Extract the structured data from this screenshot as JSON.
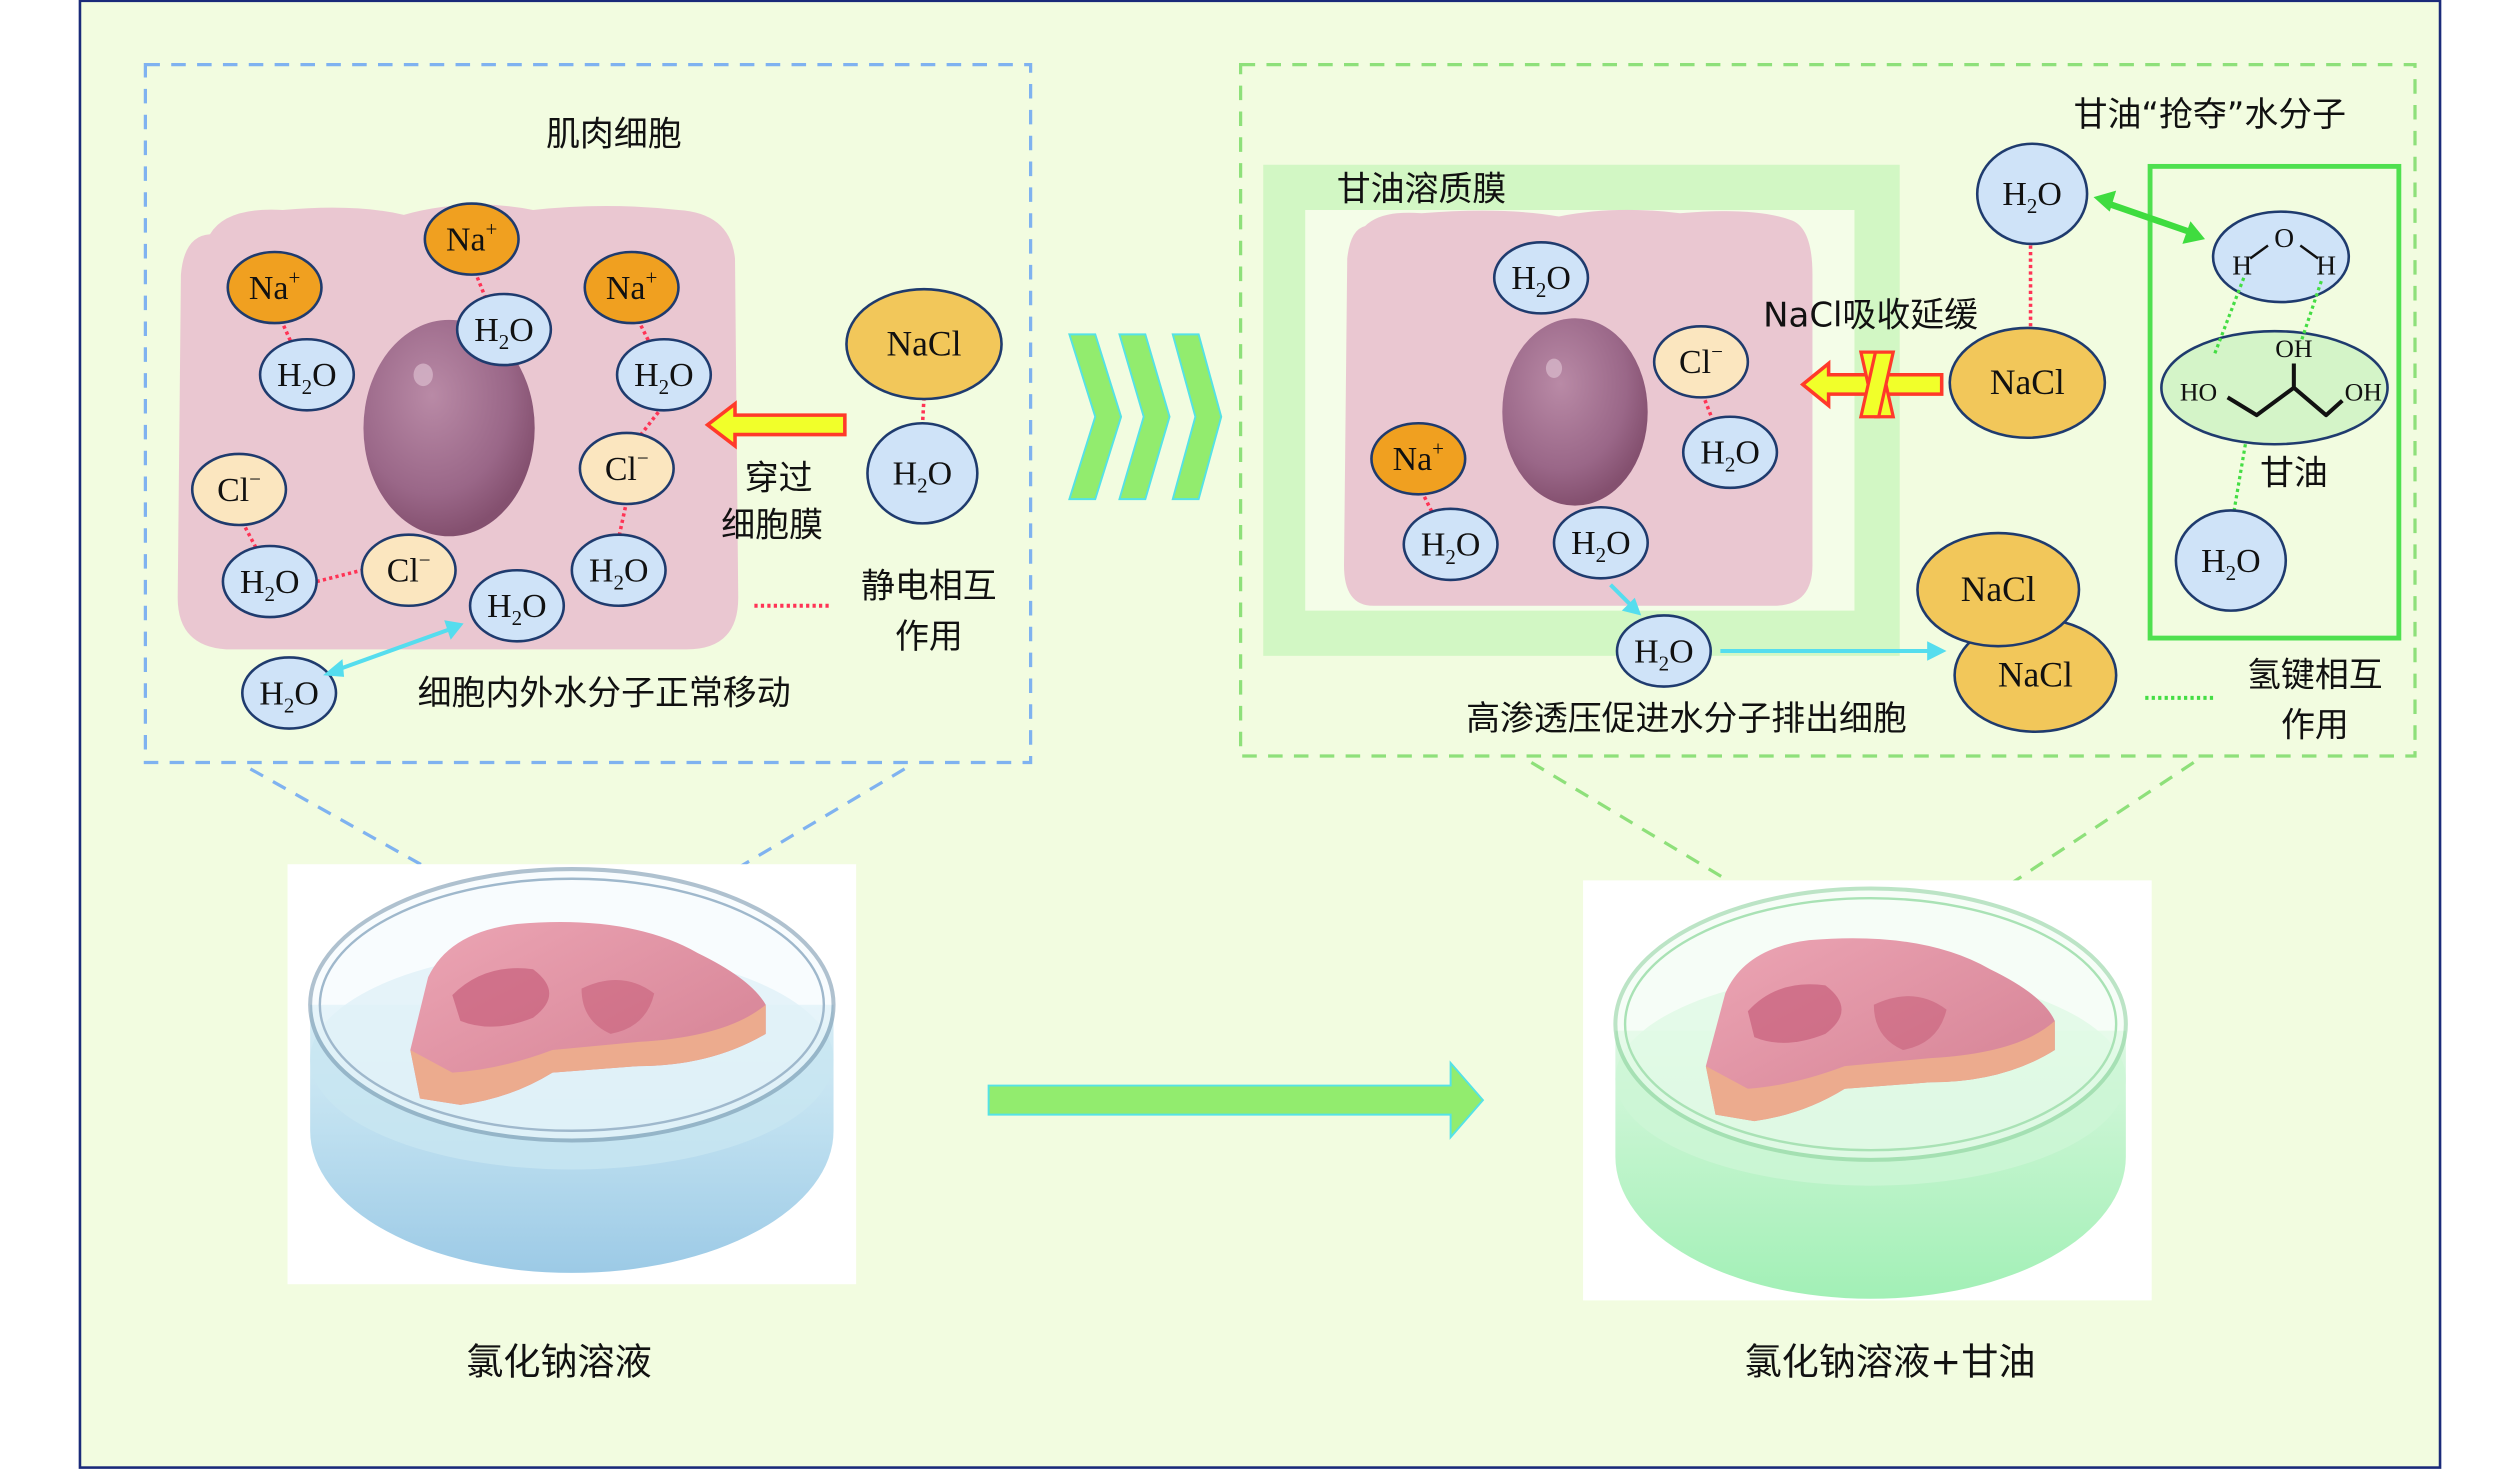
{
  "colors": {
    "frame": "#1a2a7a",
    "background": "#f2fce0",
    "left_box": "#7fb2f0",
    "right_box": "#8ee07a",
    "cell": "#e9c4d0",
    "nucleus": "#a07090",
    "na_ion": "#f0a020",
    "cl_ion": "#fbe6bf",
    "water": "#cfe3f8",
    "nacl": "#f2c75a",
    "glycerol": "#d4f4c8",
    "electrostatic": "#ff3355",
    "hbond": "#44dd44",
    "water_flow": "#55ddee",
    "solute_film": "#d2f7c4",
    "arrow_green": "#92ec6e",
    "cross_arrow_fill": "#f1ff2a",
    "cross_arrow_edge": "#ff3a2a",
    "left_solution": "#a6d0ea",
    "right_solution": "#a6f2b8"
  },
  "left_panel": {
    "title": "肌肉细胞",
    "through_membrane": [
      "穿过",
      "细胞膜"
    ],
    "electrostatic_legend": [
      "静电相互",
      "作用"
    ],
    "water_movement": "细胞内外水分子正常移动",
    "molecules": [
      {
        "type": "na",
        "label": "Na",
        "sup": "+"
      },
      {
        "type": "water",
        "label": "H",
        "sub": "2",
        "tail": "O"
      },
      {
        "type": "na",
        "label": "Na",
        "sup": "+"
      },
      {
        "type": "water",
        "label": "H",
        "sub": "2",
        "tail": "O"
      },
      {
        "type": "na",
        "label": "Na",
        "sup": "+"
      },
      {
        "type": "water",
        "label": "H",
        "sub": "2",
        "tail": "O"
      },
      {
        "type": "cl",
        "label": "Cl",
        "sup": "−"
      },
      {
        "type": "water",
        "label": "H",
        "sub": "2",
        "tail": "O"
      },
      {
        "type": "cl",
        "label": "Cl",
        "sup": "−"
      },
      {
        "type": "water",
        "label": "H",
        "sub": "2",
        "tail": "O"
      },
      {
        "type": "cl",
        "label": "Cl",
        "sup": "−"
      },
      {
        "type": "water",
        "label": "H",
        "sub": "2",
        "tail": "O"
      },
      {
        "type": "water",
        "label": "H",
        "sub": "2",
        "tail": "O"
      },
      {
        "type": "water",
        "label": "H",
        "sub": "2",
        "tail": "O"
      },
      {
        "type": "nacl",
        "label": "NaCl"
      },
      {
        "type": "water",
        "label": "H",
        "sub": "2",
        "tail": "O"
      }
    ]
  },
  "right_panel": {
    "title": "甘油“抢夺”水分子",
    "solute_film": "甘油溶质膜",
    "absorption_delayed": "NaCl吸收延缓",
    "osmotic_text": "高渗透压促进水分子排出细胞",
    "glycerol_label": "甘油",
    "glycerol_atoms": [
      "OH",
      "HO",
      "OH"
    ],
    "water_atoms": [
      "O",
      "H",
      "H"
    ],
    "hbond_legend": [
      "氢键相互",
      "作用"
    ],
    "molecules": [
      {
        "type": "water",
        "label": "H",
        "sub": "2",
        "tail": "O"
      },
      {
        "type": "cl",
        "label": "Cl",
        "sup": "−"
      },
      {
        "type": "water",
        "label": "H",
        "sub": "2",
        "tail": "O"
      },
      {
        "type": "na",
        "label": "Na",
        "sup": "+"
      },
      {
        "type": "water",
        "label": "H",
        "sub": "2",
        "tail": "O"
      },
      {
        "type": "water",
        "label": "H",
        "sub": "2",
        "tail": "O"
      },
      {
        "type": "water",
        "label": "H",
        "sub": "2",
        "tail": "O"
      },
      {
        "type": "water",
        "label": "H",
        "sub": "2",
        "tail": "O"
      },
      {
        "type": "nacl",
        "label": "NaCl"
      },
      {
        "type": "nacl",
        "label": "NaCl"
      },
      {
        "type": "nacl",
        "label": "NaCl"
      },
      {
        "type": "water",
        "label": "H",
        "sub": "2",
        "tail": "O"
      }
    ]
  },
  "bottom": {
    "left_label": "氯化钠溶液",
    "right_label": "氯化钠溶液+甘油"
  }
}
